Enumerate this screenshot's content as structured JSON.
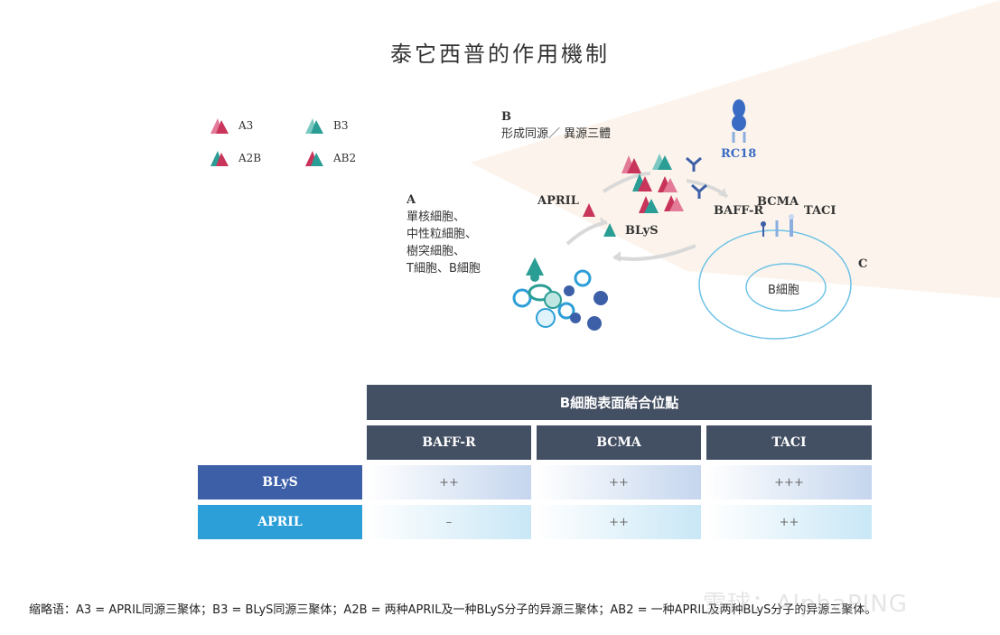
{
  "title": "泰它西普的作用機制",
  "legend": [
    {
      "label": "A3",
      "icon": "a3-trimer-icon"
    },
    {
      "label": "B3",
      "icon": "b3-trimer-icon"
    },
    {
      "label": "A2B",
      "icon": "a2b-trimer-icon"
    },
    {
      "label": "AB2",
      "icon": "ab2-trimer-icon"
    }
  ],
  "section_b": {
    "letter": "B",
    "text": "形成同源／ 異源三體"
  },
  "section_a": {
    "letter": "A",
    "lines": [
      "單核細胞、",
      "中性粒細胞、",
      "樹突細胞、",
      "T細胞、B細胞"
    ]
  },
  "section_c": {
    "letter": "C"
  },
  "labels": {
    "april": "APRIL",
    "blys": "BLyS",
    "rc18": "RC18",
    "baffr": "BAFF-R",
    "bcma": "BCMA",
    "taci": "TACI",
    "bcell": "B細胞"
  },
  "table": {
    "header": "B細胞表面結合位點",
    "columns": [
      "BAFF-R",
      "BCMA",
      "TACI"
    ],
    "rows": [
      {
        "label": "BLyS",
        "values": [
          "++",
          "++",
          "+++"
        ]
      },
      {
        "label": "APRIL",
        "values": [
          "–",
          "++",
          "++"
        ]
      }
    ]
  },
  "footnote": "缩略语：A3 = APRIL同源三聚体；B3 = BLyS同源三聚体；A2B = 两种APRIL及一种BLyS分子的异源三聚体；AB2 = 一种APRIL及两种BLyS分子的异源三聚体。",
  "watermark": "雪球：AlphaPING",
  "colors": {
    "april_red": "#c8345a",
    "blys_teal": "#2a9d95",
    "row_blys": "#3d5fa8",
    "row_april": "#2d9fd8",
    "header_dark": "#434f62",
    "cell_blue": "#2d8fd0"
  }
}
